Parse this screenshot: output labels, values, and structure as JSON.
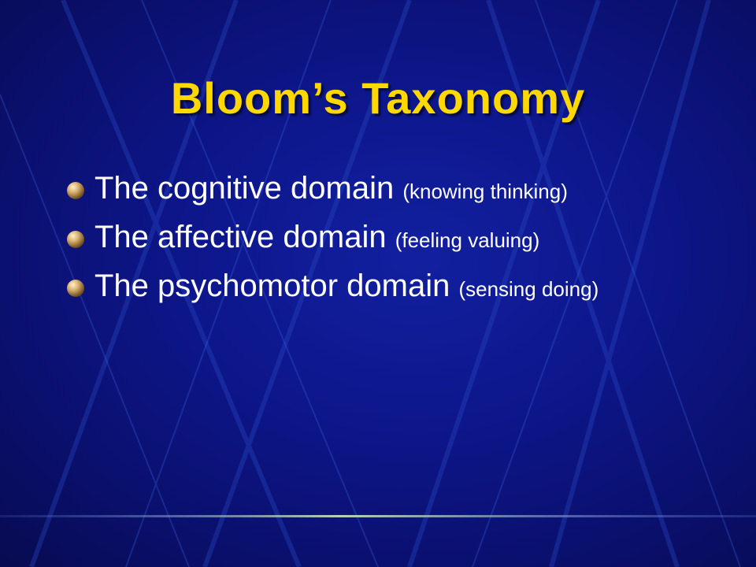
{
  "slide": {
    "title": "Bloom’s Taxonomy",
    "bullets": [
      {
        "main": "The cognitive domain ",
        "detail": "(knowing thinking)"
      },
      {
        "main": "The affective domain ",
        "detail": "(feeling valuing)"
      },
      {
        "main": "The psychomotor domain ",
        "detail": "(sensing doing)"
      }
    ],
    "colors": {
      "background": "#0d168a",
      "title": "#ffd800",
      "text": "#ffffff",
      "bullet": "#d8b070"
    },
    "bullet_icon": "sphere-bullet-icon"
  }
}
